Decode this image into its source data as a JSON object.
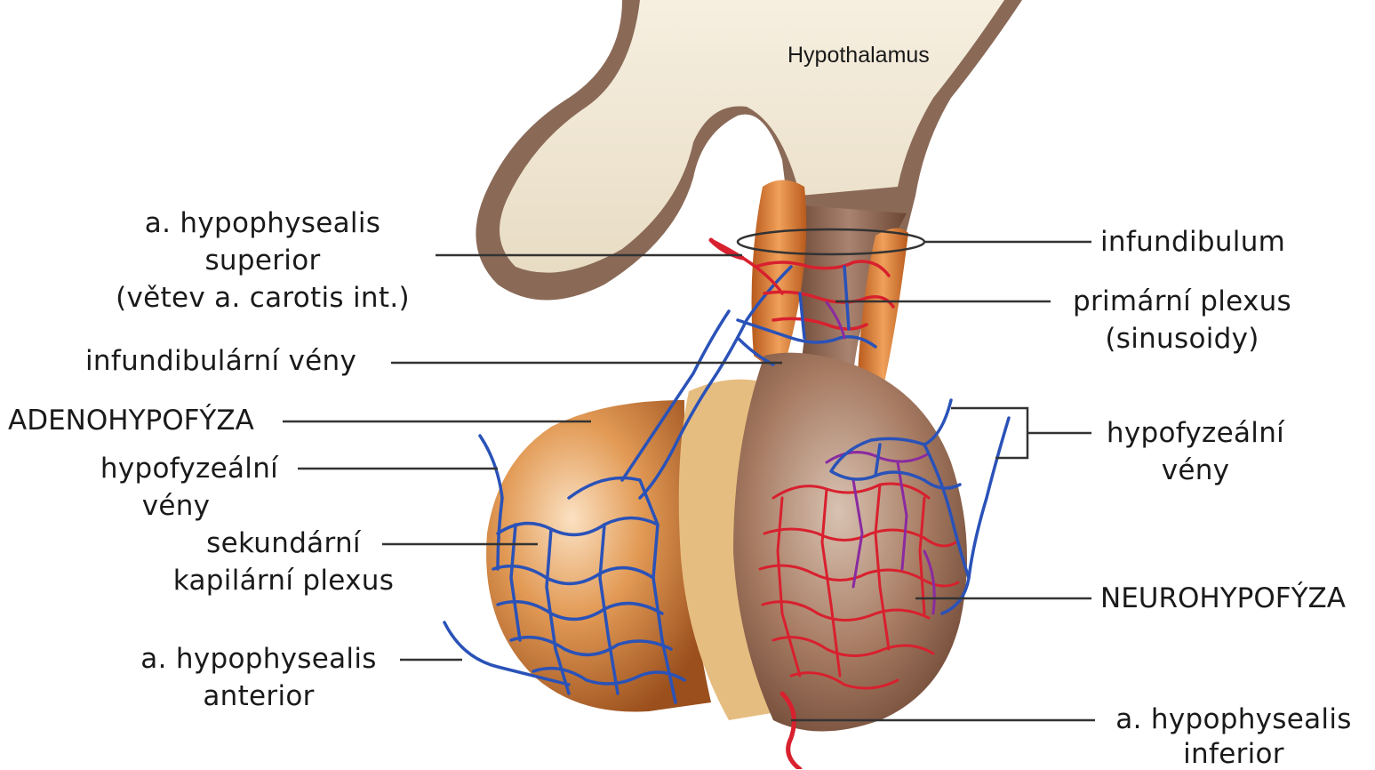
{
  "labels": {
    "hypothalamus": "Hypothalamus",
    "a_hyp_superior": [
      "a. hypophysealis",
      "superior",
      "(větev a. carotis int.)"
    ],
    "infundibularni_veny": "infundibulární vény",
    "adenohypofyza": "ADENOHYPOFÝZA",
    "hypofyzealni_veny_left": [
      "hypofyzeální",
      "vény"
    ],
    "sekundarni_plexus": [
      "sekundární",
      "kapilární plexus"
    ],
    "a_hyp_anterior": [
      "a. hypophysealis",
      "anterior"
    ],
    "infundibulum": "infundibulum",
    "primarni_plexus": [
      "primární plexus",
      "(sinusoidy)"
    ],
    "hypofyzealni_veny_right": [
      "hypofyzeální",
      "vény"
    ],
    "neurohypofyza": "NEUROHYPOFÝZA",
    "a_hyp_inferior": [
      "a. hypophysealis",
      "inferior"
    ]
  },
  "colors": {
    "artery": "#d8202e",
    "vein": "#2a52b8",
    "adenohypophysis": "#c9732f",
    "neurohypophysis": "#8a5c44",
    "hypothalamus": "#efe6d2",
    "pars_intermedia": "#e3b878",
    "leader_line": "#333333"
  }
}
